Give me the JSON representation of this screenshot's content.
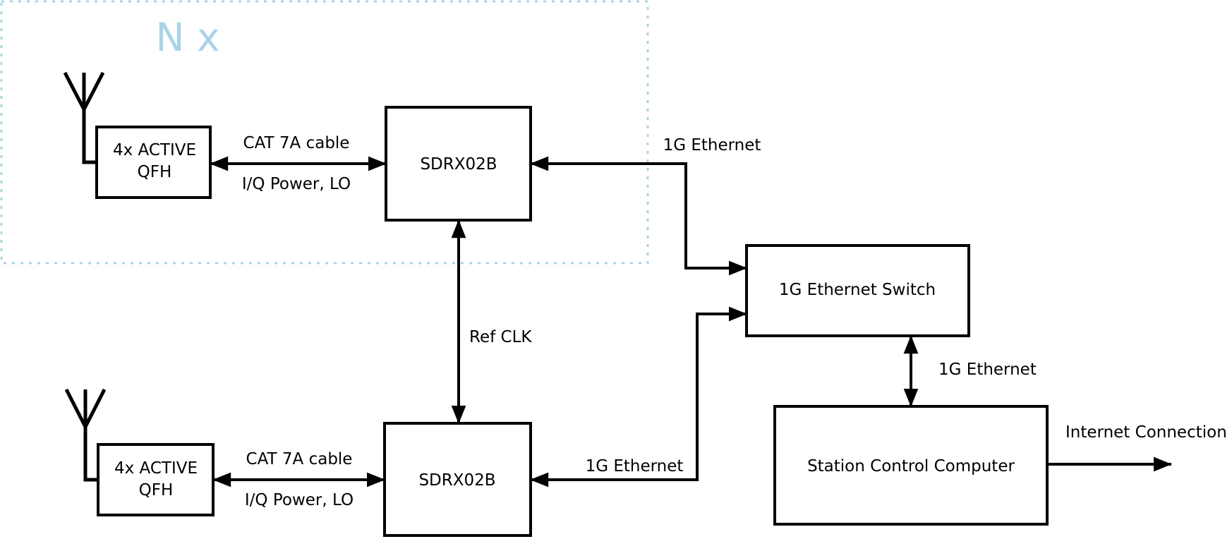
{
  "diagram": {
    "replication_label": "N x",
    "nodes": {
      "qfh_top": {
        "line1": "4x ACTIVE",
        "line2": "QFH"
      },
      "sdrx_top": {
        "label": "SDRX02B"
      },
      "qfh_bottom": {
        "line1": "4x ACTIVE",
        "line2": "QFH"
      },
      "sdrx_bottom": {
        "label": "SDRX02B"
      },
      "ethernet_switch": {
        "label": "1G Ethernet Switch"
      },
      "station_computer": {
        "label": "Station Control Computer"
      }
    },
    "edges": {
      "cat7a_top": {
        "above": "CAT 7A cable",
        "below": "I/Q Power, LO"
      },
      "cat7a_bottom": {
        "above": "CAT 7A cable",
        "below": "I/Q Power, LO"
      },
      "ethernet_top": {
        "label": "1G Ethernet"
      },
      "ethernet_bottom": {
        "label": "1G Ethernet"
      },
      "ref_clk": {
        "label": "Ref CLK"
      },
      "ethernet_switch_pc": {
        "label": "1G Ethernet"
      },
      "internet": {
        "label": "Internet Connection"
      }
    },
    "colors": {
      "line": "#000000",
      "accent": "#a9d4e7",
      "background": "#ffffff"
    }
  }
}
